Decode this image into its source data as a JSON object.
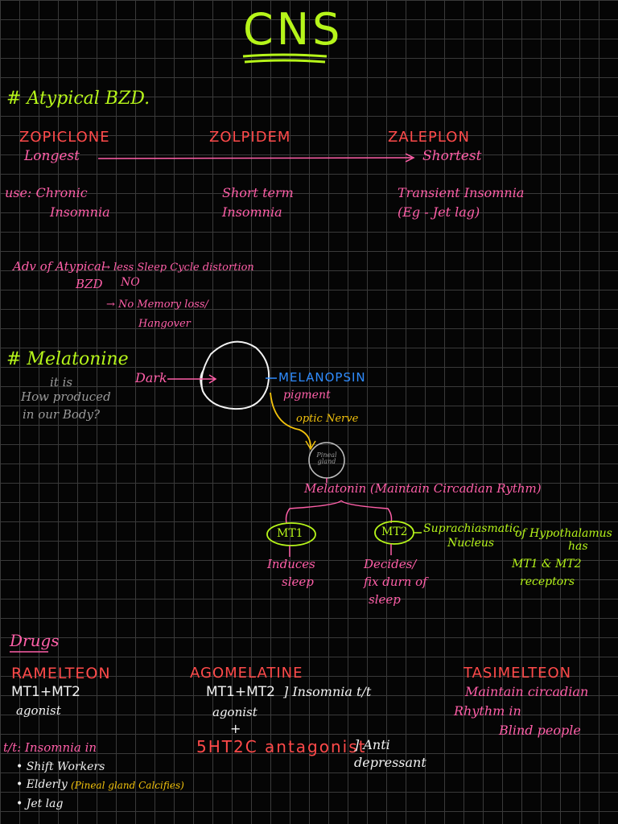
{
  "title": "CNS",
  "atypical": {
    "heading": "# Atypical BZD.",
    "drugs": [
      "ZOPICLONE",
      "ZOLPIDEM",
      "ZALEPLON"
    ],
    "longest": "Longest",
    "shortest": "Shortest",
    "use_label": "use: Chronic",
    "use_chronic_2": "Insomnia",
    "short_term_1": "Short term",
    "short_term_2": "Insomnia",
    "transient_1": "Transient Insomnia",
    "transient_2": "(Eg - Jet lag)",
    "adv_1": "Adv of Atypical",
    "adv_2": "BZD",
    "adv_point_1": "→ less Sleep Cycle distortion",
    "adv_no": "NO",
    "adv_point_2": "→ No Memory loss/",
    "adv_point_2b": "Hangover"
  },
  "melatonin": {
    "heading": "# Melatonine",
    "question_1": "it is",
    "question_2": "How produced",
    "question_3": "in our Body?",
    "dark": "Dark",
    "melanopsin": "MELANOPSIN",
    "pigment": "pigment",
    "optic_nerve": "optic Nerve",
    "pineal": "Pineal gland",
    "melatonin_line": "Melatonin (Maintain Circadian Rythm)",
    "mt1": "MT1",
    "mt2": "MT2",
    "induces_1": "Induces",
    "induces_2": "sleep",
    "decides_1": "Decides/",
    "decides_2": "fix durn of",
    "decides_3": "sleep",
    "scn_1": "Suprachiasmatic",
    "scn_2": "Nucleus",
    "hypo_1": "of Hypothalamus",
    "hypo_2": "has",
    "receptors_1": "MT1 & MT2",
    "receptors_2": "receptors"
  },
  "drugs": {
    "heading": "Drugs",
    "ramelteon": "RAMELTEON",
    "ramelteon_mt": "MT1+MT2",
    "ramelteon_ag": "agonist",
    "agomelatine": "AGOMELATINE",
    "agom_mt": "MT1+MT2",
    "agom_ag": "agonist",
    "agom_bracket": "] Insomnia t/t",
    "agom_plus": "+",
    "agom_5ht": "5HT2C antagonist",
    "agom_bracket2": "] Anti",
    "agom_dep": "depressant",
    "tasimelteon": "TASIMELTEON",
    "tasi_1": "Maintain circadian",
    "tasi_2": "Rhythm in",
    "tasi_3": "Blind people",
    "tt": "t/t: Insomnia in",
    "b1": "• Shift Workers",
    "b2": "• Elderly",
    "b2_note": "(Pineal gland Calcifies)",
    "b3": "• Jet lag"
  },
  "colors": {
    "background": "#050505",
    "grid": "#3a3a3a",
    "heading_green": "#b6f51a",
    "drug_red": "#ff4a4a",
    "note_pink": "#ff5fa8",
    "neuro_blue": "#2f8cff",
    "nerve_yellow": "#f2c20c"
  }
}
